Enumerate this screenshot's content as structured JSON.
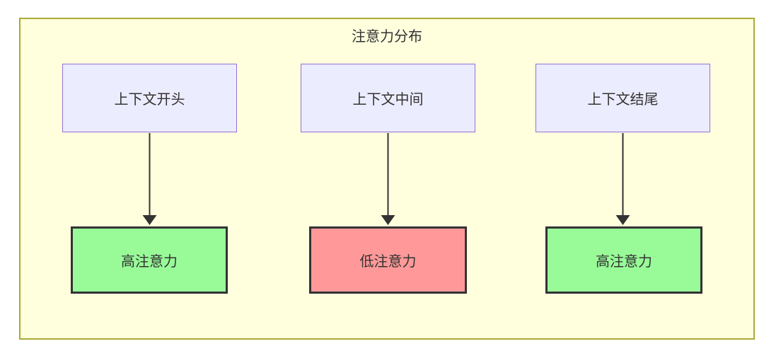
{
  "diagram": {
    "title": "注意力分布",
    "nodes": {
      "top": [
        {
          "id": "context-start",
          "label": "上下文开头"
        },
        {
          "id": "context-middle",
          "label": "上下文中间"
        },
        {
          "id": "context-end",
          "label": "上下文结尾"
        }
      ],
      "bottom": [
        {
          "id": "attention-high-1",
          "label": "高注意力",
          "level": "high"
        },
        {
          "id": "attention-low",
          "label": "低注意力",
          "level": "low"
        },
        {
          "id": "attention-high-2",
          "label": "高注意力",
          "level": "high"
        }
      ]
    },
    "edges": [
      {
        "from": "context-start",
        "to": "attention-high-1"
      },
      {
        "from": "context-middle",
        "to": "attention-low"
      },
      {
        "from": "context-end",
        "to": "attention-high-2"
      }
    ],
    "colors": {
      "container_fill": "#FFFFDE",
      "container_border": "#AAAA33",
      "context_fill": "#ECECFF",
      "context_border": "#9370DB",
      "high_fill": "#98FB98",
      "low_fill": "#FF9999",
      "result_border": "#333333",
      "arrow": "#333333",
      "text": "#333333"
    }
  }
}
